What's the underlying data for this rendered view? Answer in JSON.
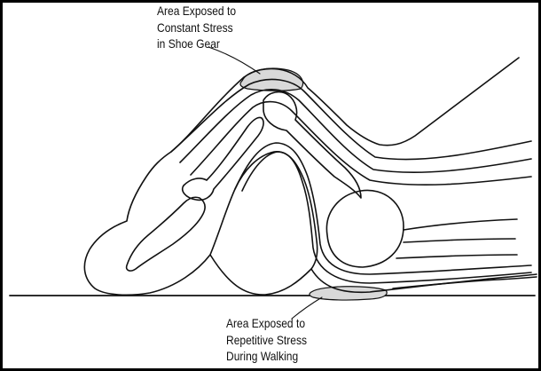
{
  "callouts": {
    "shoe_gear": {
      "lines": [
        "Area Exposed to",
        "Constant Stress",
        "in Shoe Gear"
      ]
    },
    "walking": {
      "lines": [
        "Area Exposed to",
        "Repetitive Stress",
        "During Walking"
      ]
    }
  },
  "colors": {
    "ink": "#111111",
    "shading": "#d9d9d9",
    "frame": "#000000"
  }
}
